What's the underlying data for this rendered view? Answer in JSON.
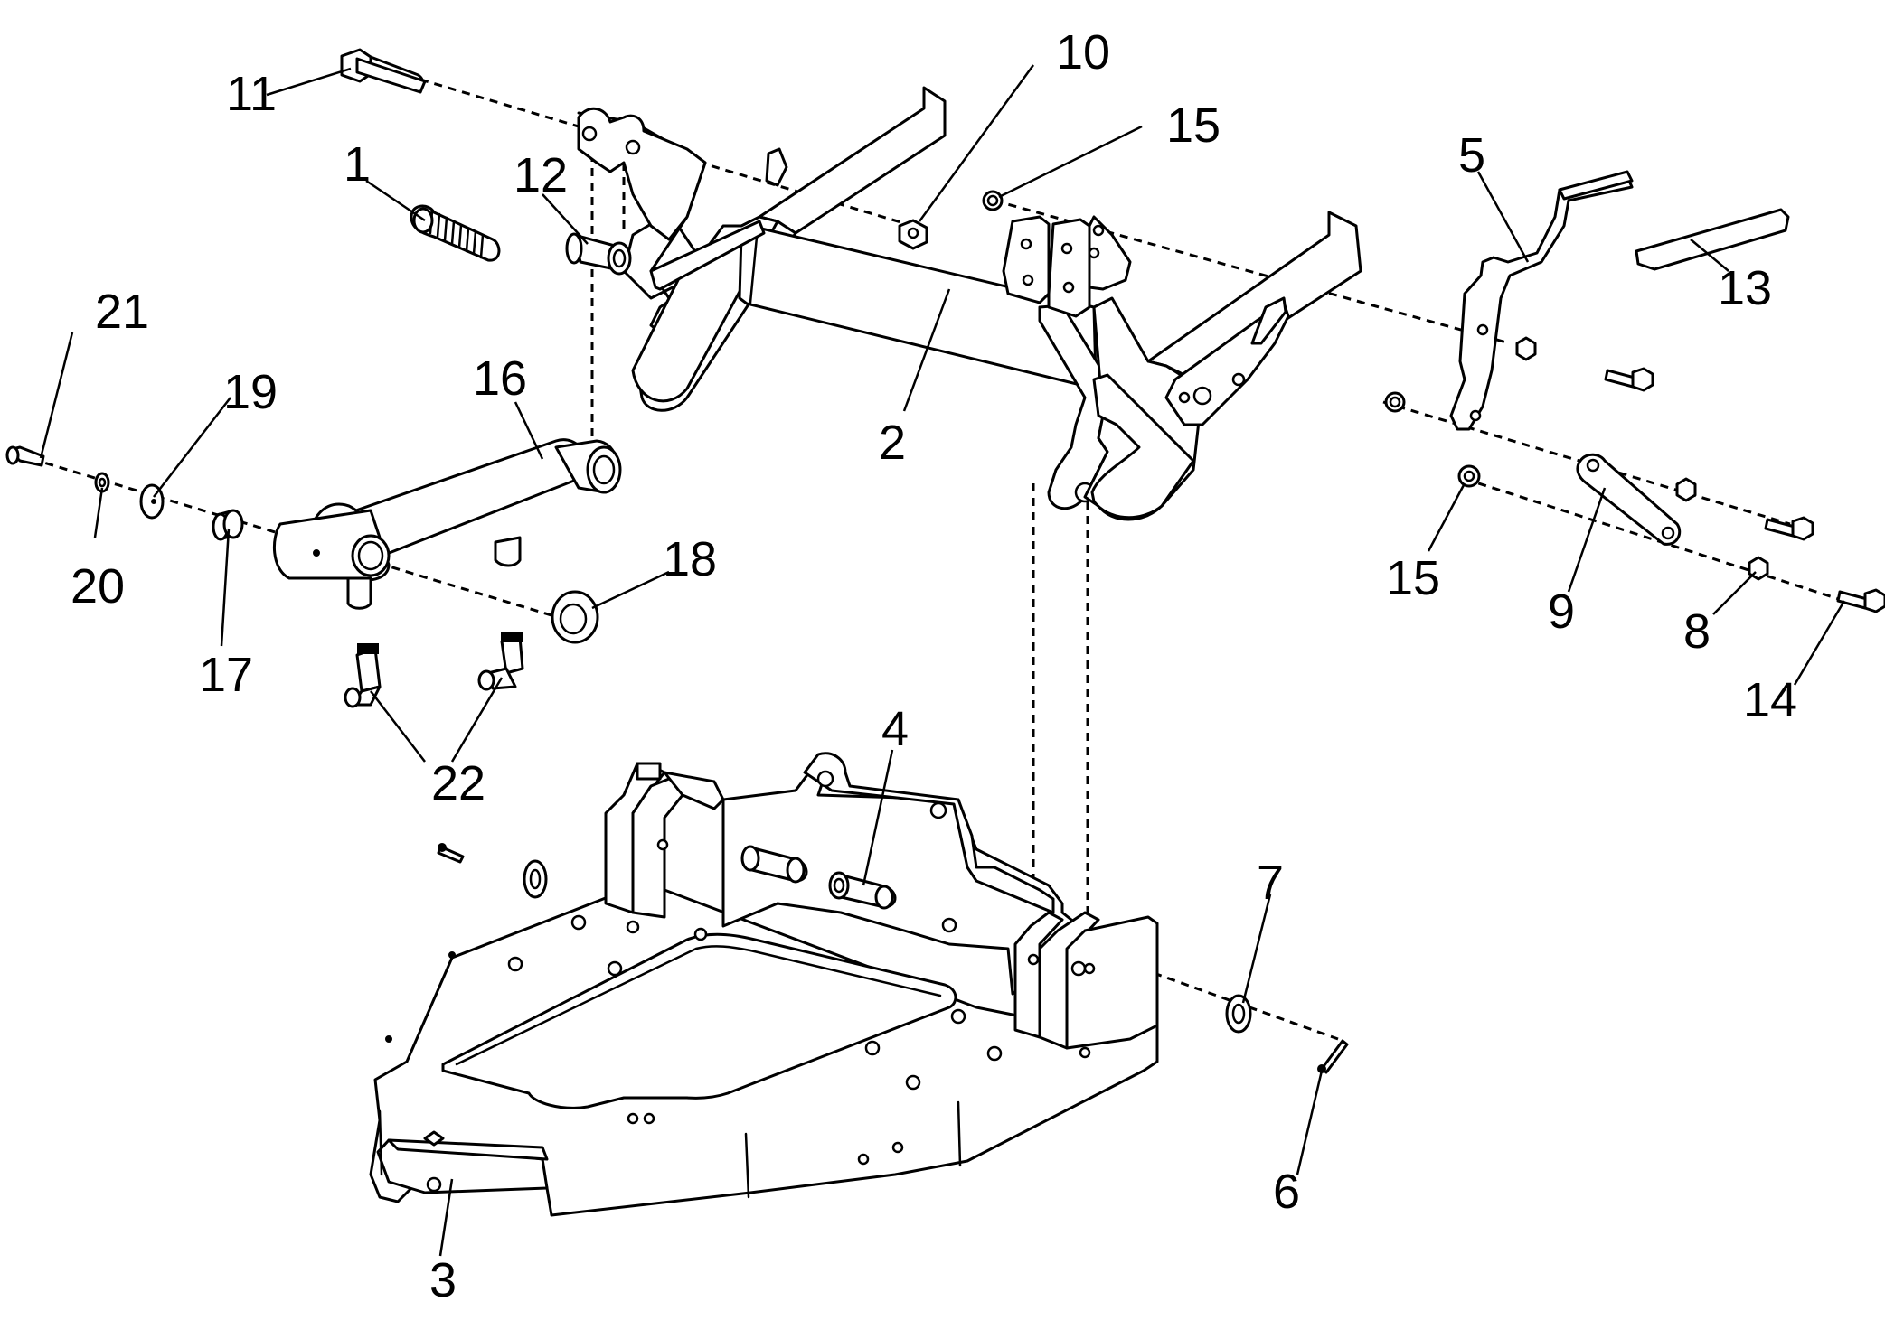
{
  "callouts": [
    {
      "id": "c1",
      "label": "1"
    },
    {
      "id": "c2",
      "label": "2"
    },
    {
      "id": "c3",
      "label": "3"
    },
    {
      "id": "c4",
      "label": "4"
    },
    {
      "id": "c5",
      "label": "5"
    },
    {
      "id": "c6",
      "label": "6"
    },
    {
      "id": "c7",
      "label": "7"
    },
    {
      "id": "c8",
      "label": "8"
    },
    {
      "id": "c9",
      "label": "9"
    },
    {
      "id": "c10",
      "label": "10"
    },
    {
      "id": "c11",
      "label": "11"
    },
    {
      "id": "c12",
      "label": "12"
    },
    {
      "id": "c13",
      "label": "13"
    },
    {
      "id": "c14",
      "label": "14"
    },
    {
      "id": "c15a",
      "label": "15"
    },
    {
      "id": "c15b",
      "label": "15"
    },
    {
      "id": "c16",
      "label": "16"
    },
    {
      "id": "c17",
      "label": "17"
    },
    {
      "id": "c18",
      "label": "18"
    },
    {
      "id": "c19",
      "label": "19"
    },
    {
      "id": "c20",
      "label": "20"
    },
    {
      "id": "c21",
      "label": "21"
    },
    {
      "id": "c22",
      "label": "22"
    }
  ]
}
